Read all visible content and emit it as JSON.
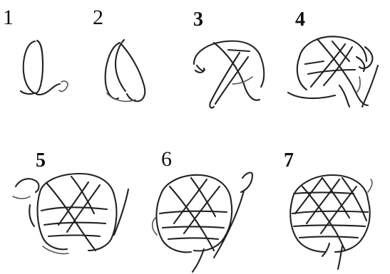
{
  "figure": {
    "steps": [
      {
        "label": "1",
        "bold": false
      },
      {
        "label": "2",
        "bold": false
      },
      {
        "label": "3",
        "bold": true
      },
      {
        "label": "4",
        "bold": true
      },
      {
        "label": "5",
        "bold": true
      },
      {
        "label": "6",
        "bold": false
      },
      {
        "label": "7",
        "bold": true
      }
    ],
    "colors": {
      "background": "#ffffff",
      "cord": "#222222"
    }
  }
}
